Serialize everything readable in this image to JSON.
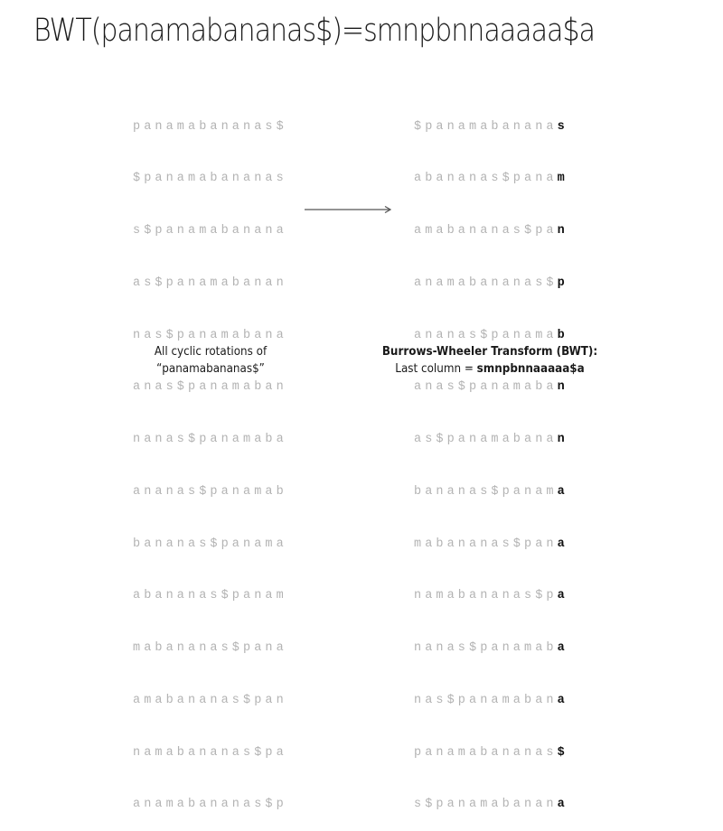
{
  "title": "BWT(panamabananas$)=smnpbnnaaaaa$a",
  "input_string": "panamabananas$",
  "rotations": [
    "panamabananas$",
    "$panamabananas",
    "s$panamabanana",
    "as$panamabanan",
    "nas$panamabana",
    "anas$panamaban",
    "nanas$panamaba",
    "ananas$panamab",
    "bananas$panama",
    "abananas$panam",
    "mabananas$pana",
    "amabananas$pan",
    "namabananas$pa",
    "anamabananas$p"
  ],
  "sorted_rotations": [
    {
      "prefix": "$panamabanana",
      "last": "s"
    },
    {
      "prefix": "abananas$pana",
      "last": "m"
    },
    {
      "prefix": "amabananas$pa",
      "last": "n"
    },
    {
      "prefix": "anamabananas$",
      "last": "p"
    },
    {
      "prefix": "ananas$panama",
      "last": "b"
    },
    {
      "prefix": "anas$panamaba",
      "last": "n"
    },
    {
      "prefix": "as$panamabana",
      "last": "n"
    },
    {
      "prefix": "bananas$panam",
      "last": "a"
    },
    {
      "prefix": "mabananas$pan",
      "last": "a"
    },
    {
      "prefix": "namabananas$p",
      "last": "a"
    },
    {
      "prefix": "nanas$panamab",
      "last": "a"
    },
    {
      "prefix": "nas$panamaban",
      "last": "a"
    },
    {
      "prefix": "panamabananas",
      "last": "$"
    },
    {
      "prefix": "s$panamabanan",
      "last": "a"
    }
  ],
  "arrow_icon": "right-arrow",
  "captions": {
    "left_line1": "All cyclic rotations of",
    "left_line2": "“panamabananas$”",
    "right_line1": "Burrows-Wheeler Transform (BWT):",
    "right_line2_prefix": "Last column = ",
    "right_line2_value": "smnpbnnaaaaa$a"
  },
  "colors": {
    "rotation_text": "#b3b3b3",
    "highlight_text": "#111111",
    "arrow": "#555555"
  }
}
